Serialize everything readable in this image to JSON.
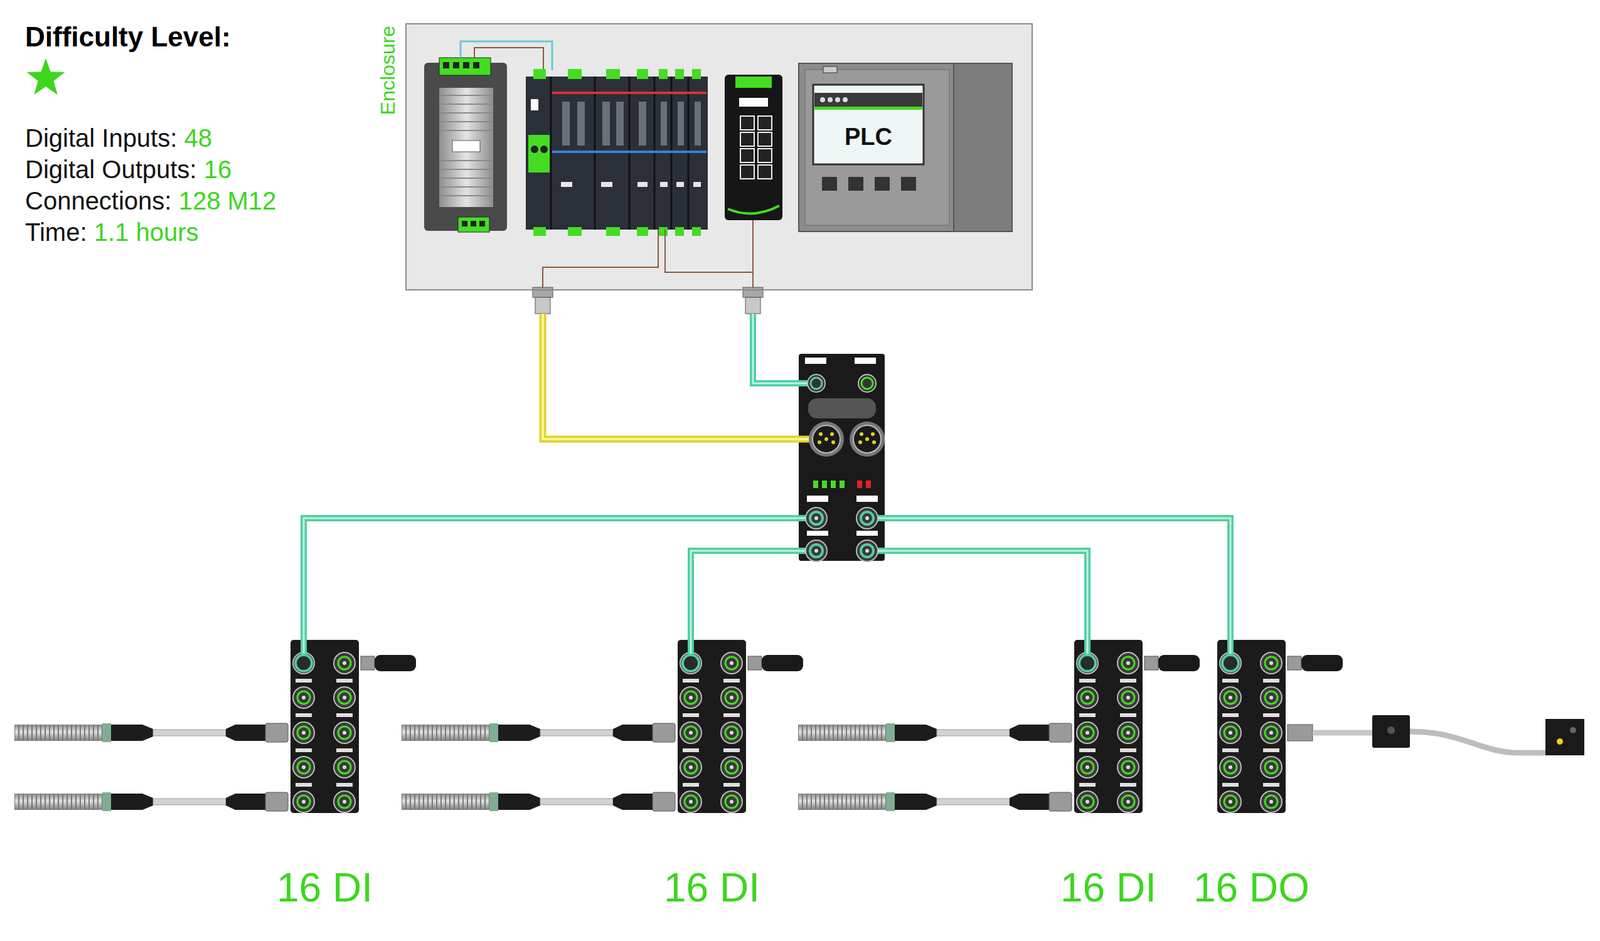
{
  "diagram": {
    "title": "Difficulty Level:",
    "nodes": [
      {
        "text": [
          "Enclosure"
        ]
      },
      {
        "text": [
          "PLC"
        ],
        "in": 0
      },
      {
        "text": [
          "16 DI"
        ]
      },
      {
        "text": [
          "16 DI"
        ]
      },
      {
        "text": [
          "16 DI"
        ]
      },
      {
        "text": [
          "16 DO"
        ]
      }
    ],
    "labels": [
      "Digital Inputs:",
      "48",
      "Digital Outputs:",
      "16",
      "Connections:",
      "128 M12",
      "Time:",
      "1.1 hours"
    ]
  }
}
